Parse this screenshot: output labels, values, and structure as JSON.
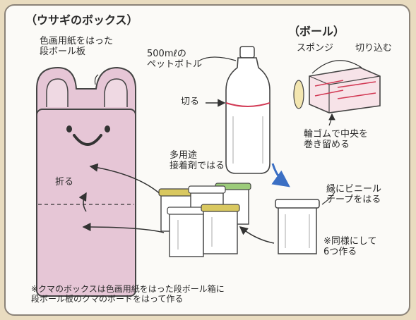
{
  "rabbit": {
    "title": "（ウサギのボックス）",
    "paper_label": "色画用紙をはった\n段ボール板",
    "fold_label": "折る"
  },
  "bottle": {
    "label": "500mℓの\nペットボトル",
    "cut_label": "切る"
  },
  "glue_label": "多用途\n接着剤ではる",
  "ball": {
    "title": "（ボール）",
    "sponge_label": "スポンジ",
    "cut_in_label": "切り込む",
    "rubber_label": "輪ゴムで中央を\n巻き留める"
  },
  "vinyl_tape_label": "縁にビニール\nテープをはる",
  "make_six_label": "※同様にして\n6つ作る",
  "bear_note": "※クマのボックスは色画用紙をはった段ボール箱に\n段ボール板のクマのボードをはって作る",
  "colors": {
    "rabbit_pink": "#e6c6d6",
    "tape_yellow": "#d9c860",
    "tape_green": "#9ccc7a",
    "arrow_blue": "#3b6fc4",
    "rubber_red": "#d23a55"
  }
}
